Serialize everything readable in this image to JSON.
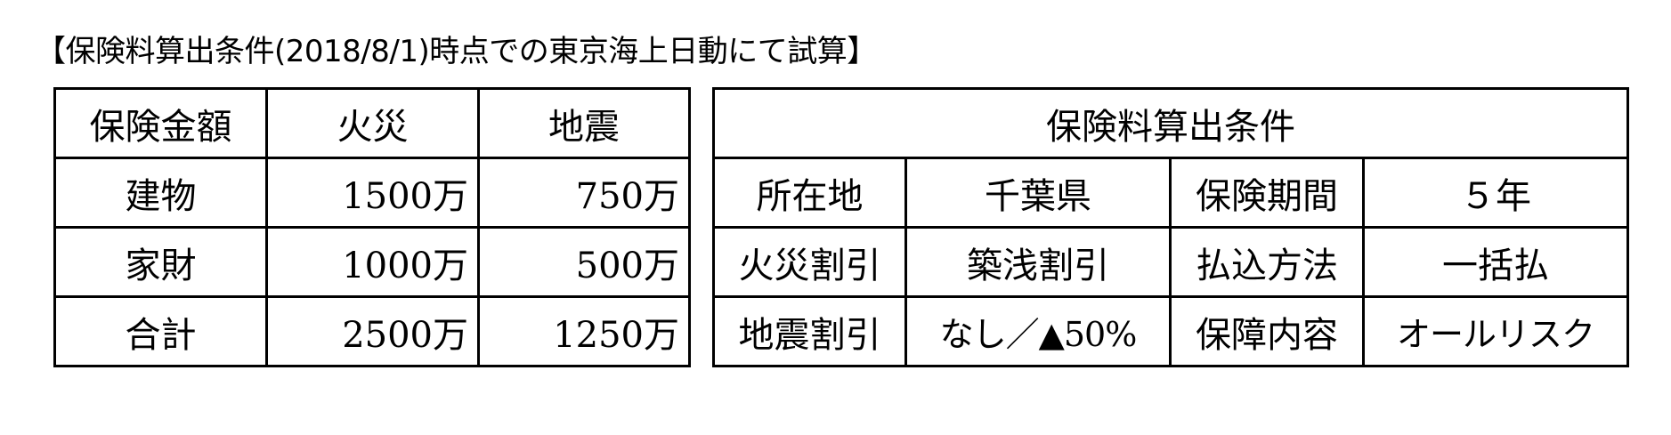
{
  "heading": "【保険料算出条件(2018/8/1)時点での東京海上日動にて試算】",
  "amount_table": {
    "headers": [
      "保険金額",
      "火災",
      "地震"
    ],
    "rows": [
      {
        "label": "建物",
        "fire": "1500万",
        "quake": "750万"
      },
      {
        "label": "家財",
        "fire": "1000万",
        "quake": "500万"
      },
      {
        "label": "合計",
        "fire": "2500万",
        "quake": "1250万"
      }
    ]
  },
  "condition_table": {
    "title": "保険料算出条件",
    "rows": [
      [
        {
          "label": "所在地",
          "value": "千葉県"
        },
        {
          "label": "保険期間",
          "value": "５年"
        }
      ],
      [
        {
          "label": "火災割引",
          "value": "築浅割引"
        },
        {
          "label": "払込方法",
          "value": "一括払"
        }
      ],
      [
        {
          "label": "地震割引",
          "value": "なし／▲50%"
        },
        {
          "label": "保障内容",
          "value": "オールリスク"
        }
      ]
    ]
  }
}
